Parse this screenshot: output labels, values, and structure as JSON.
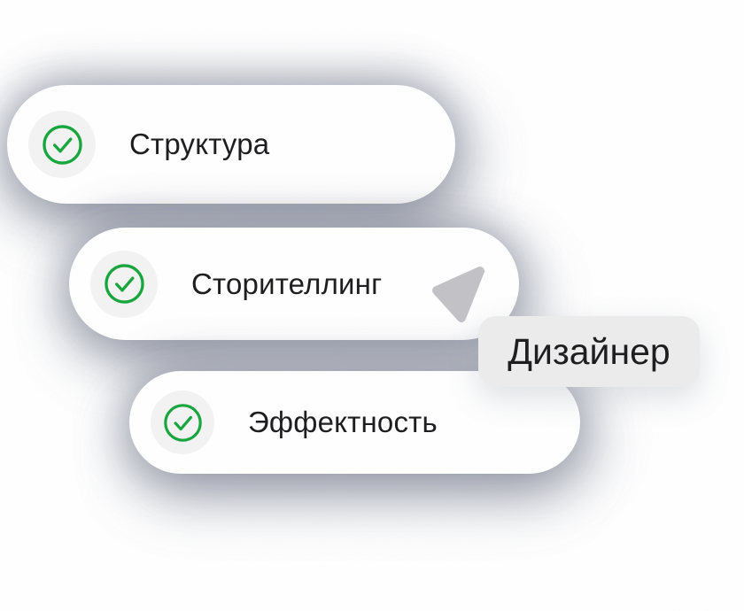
{
  "tasks": [
    {
      "label": "Структура",
      "checked": true
    },
    {
      "label": "Сторителлинг",
      "checked": true
    },
    {
      "label": "Эффектность",
      "checked": true
    }
  ],
  "badge": {
    "label": "Дизайнер"
  },
  "icons": {
    "check": "check-circle-icon",
    "cursor": "cursor-arrow-icon"
  },
  "colors": {
    "page_bg": "#ffffff",
    "pill_bg": "#ffffff",
    "icon_bg": "#f3f3f4",
    "badge_bg": "#ececec",
    "check_green": "#17a53c",
    "cursor_fill": "#c2c2c6",
    "text": "#1c1c1e"
  }
}
